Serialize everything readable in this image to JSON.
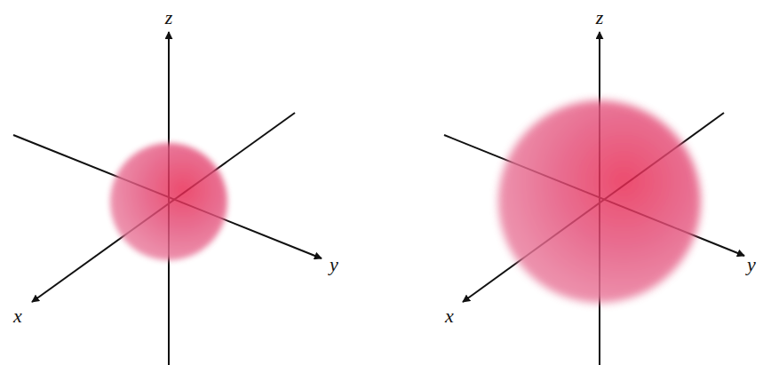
{
  "diagram": {
    "labels": [
      "z",
      "y",
      "x",
      "z",
      "y",
      "x"
    ]
  }
}
